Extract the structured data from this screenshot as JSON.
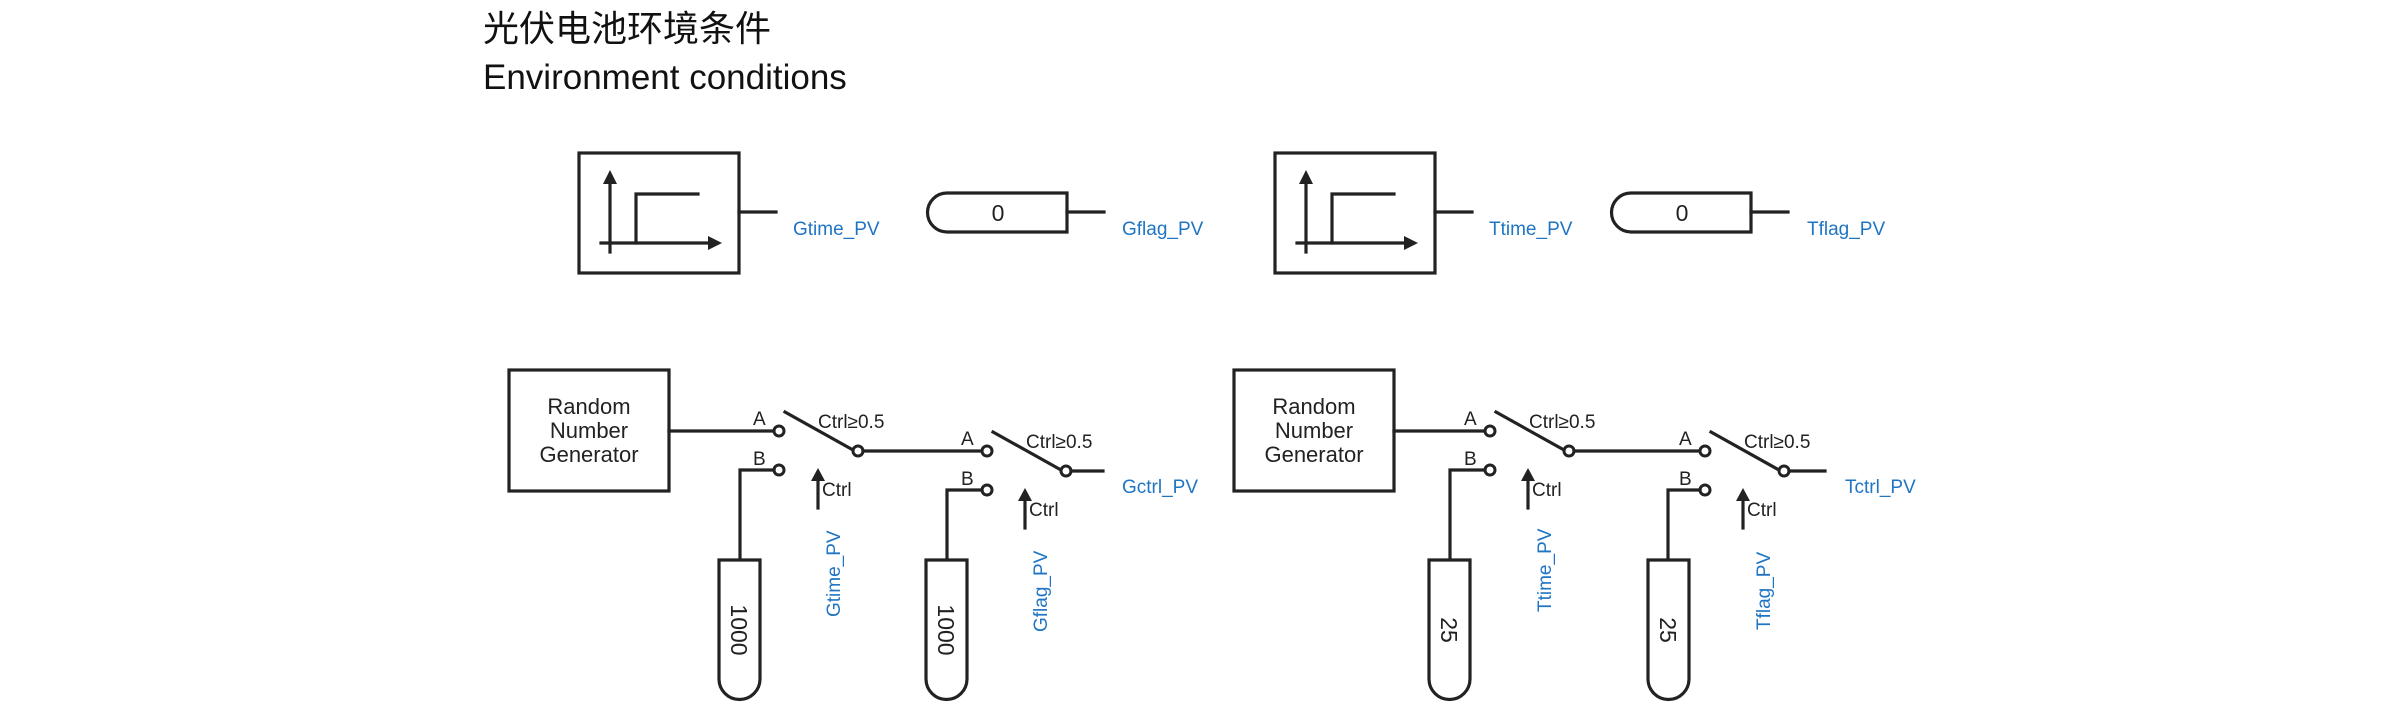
{
  "title_cn": "光伏电池环境条件",
  "title_en": "Environment conditions",
  "colors": {
    "line": "#222222",
    "signal_label": "#1f75c4",
    "background": "#ffffff"
  },
  "top_row": {
    "g_step_signal": "Gtime_PV",
    "g_flag_value": "0",
    "g_flag_signal": "Gflag_PV",
    "t_step_signal": "Ttime_PV",
    "t_flag_value": "0",
    "t_flag_signal": "Tflag_PV"
  },
  "g_chain": {
    "generator_lines": [
      "Random",
      "Number",
      "Generator"
    ],
    "switch1": {
      "port_a": "A",
      "port_b": "B",
      "condition": "Ctrl≥0.5",
      "ctrl": "Ctrl",
      "ctrl_signal": "Gtime_PV"
    },
    "const1": "1000",
    "switch2": {
      "port_a": "A",
      "port_b": "B",
      "condition": "Ctrl≥0.5",
      "ctrl": "Ctrl",
      "ctrl_signal": "Gflag_PV"
    },
    "const2": "1000",
    "output_signal": "Gctrl_PV"
  },
  "t_chain": {
    "generator_lines": [
      "Random",
      "Number",
      "Generator"
    ],
    "switch1": {
      "port_a": "A",
      "port_b": "B",
      "condition": "Ctrl≥0.5",
      "ctrl": "Ctrl",
      "ctrl_signal": "Ttime_PV"
    },
    "const1": "25",
    "switch2": {
      "port_a": "A",
      "port_b": "B",
      "condition": "Ctrl≥0.5",
      "ctrl": "Ctrl",
      "ctrl_signal": "Tflag_PV"
    },
    "const2": "25",
    "output_signal": "Tctrl_PV"
  }
}
